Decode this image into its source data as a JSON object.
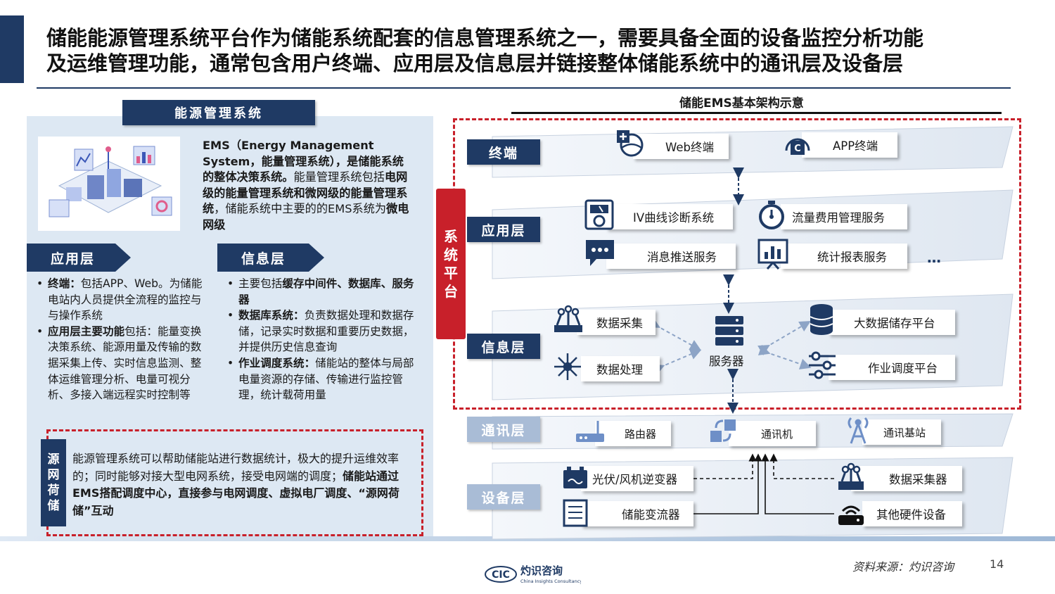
{
  "header": {
    "title_line1": "储能能源管理系统平台作为储能系统配套的信息管理系统之一，需要具备全面的设备监控分析功能",
    "title_line2": "及运维管理功能，通常包含用户终端、应用层及信息层并链接整体储能系统中的通讯层及设备层"
  },
  "left": {
    "ems_header": "能源管理系统",
    "ems_desc": {
      "p1_bold": "EMS（Energy Management System，能量管理系统），是储能系统的整体决策系统。",
      "p2": "能量管理系统包括",
      "p3_bold": "电网级的能量管理系统和微网级的能量管理系统",
      "p4": "，储能系统中主要的的EMS系统为",
      "p5_bold": "微电网级"
    },
    "app_layer": {
      "label": "应用层",
      "item1_bold": "终端：",
      "item1": "包括APP、Web。为储能电站内人员提供全流程的监控与与操作系统",
      "item2_bold": "应用层主要功能",
      "item2": "包括：能量变换决策系统、能源用量及传输的数据采集上传、实时信息监测、整体运维管理分析、电量可视分析、多接入端远程实时控制等"
    },
    "info_layer": {
      "label": "信息层",
      "item1_a": "主要包括",
      "item1_bold": "缓存中间件、数据库、服务器",
      "item2_bold": "数据库系统：",
      "item2": "负责数据处理和数据存储，记录实时数据和重要历史数据，并提供历史信息查询",
      "item3_bold": "作业调度系统：",
      "item3": "储能站的整体与局部电量资源的存储、传输进行监控管理，统计载荷用量"
    },
    "yuanwang": {
      "tag": [
        "源",
        "网",
        "荷",
        "储"
      ],
      "text1": "能源管理系统可以帮助储能站进行数据统计，极大的提升运维效率的；同时能够对接大型电网系统，接受电网端的调度；",
      "text2_bold": "储能站通过EMS搭配调度中心，直接参与电网调度、虚拟电厂调度、“源网荷储”互动"
    }
  },
  "diagram": {
    "title": "储能EMS基本架构示意",
    "system_tag": [
      "系",
      "统",
      "平",
      "台"
    ],
    "layers": {
      "terminal": "终端",
      "application": "应用层",
      "information": "信息层",
      "communication": "通讯层",
      "device": "设备层"
    },
    "terminal_nodes": [
      "Web终端",
      "APP终端"
    ],
    "app_nodes": [
      "IV曲线诊断系统",
      "流量费用管理服务",
      "消息推送服务",
      "统计报表服务"
    ],
    "app_ellipsis": "…",
    "info_nodes": [
      "数据采集",
      "数据处理",
      "服务器",
      "大数据储存平台",
      "作业调度平台"
    ],
    "comm_nodes": [
      "路由器",
      "通讯机",
      "通讯基站"
    ],
    "device_nodes": [
      "光伏/风机逆变器",
      "数据采集器",
      "储能变流器",
      "其他硬件设备"
    ]
  },
  "footer": {
    "source": "资料来源：灼识咨询",
    "page": "14",
    "logo_text": "CIC",
    "logo_cn": "灼识咨询",
    "logo_en": "China Insights Consultancy"
  },
  "colors": {
    "navy": "#1f3a64",
    "red": "#c8202a",
    "panel": "#dde8f3",
    "light_label": "#a9bcd6"
  }
}
